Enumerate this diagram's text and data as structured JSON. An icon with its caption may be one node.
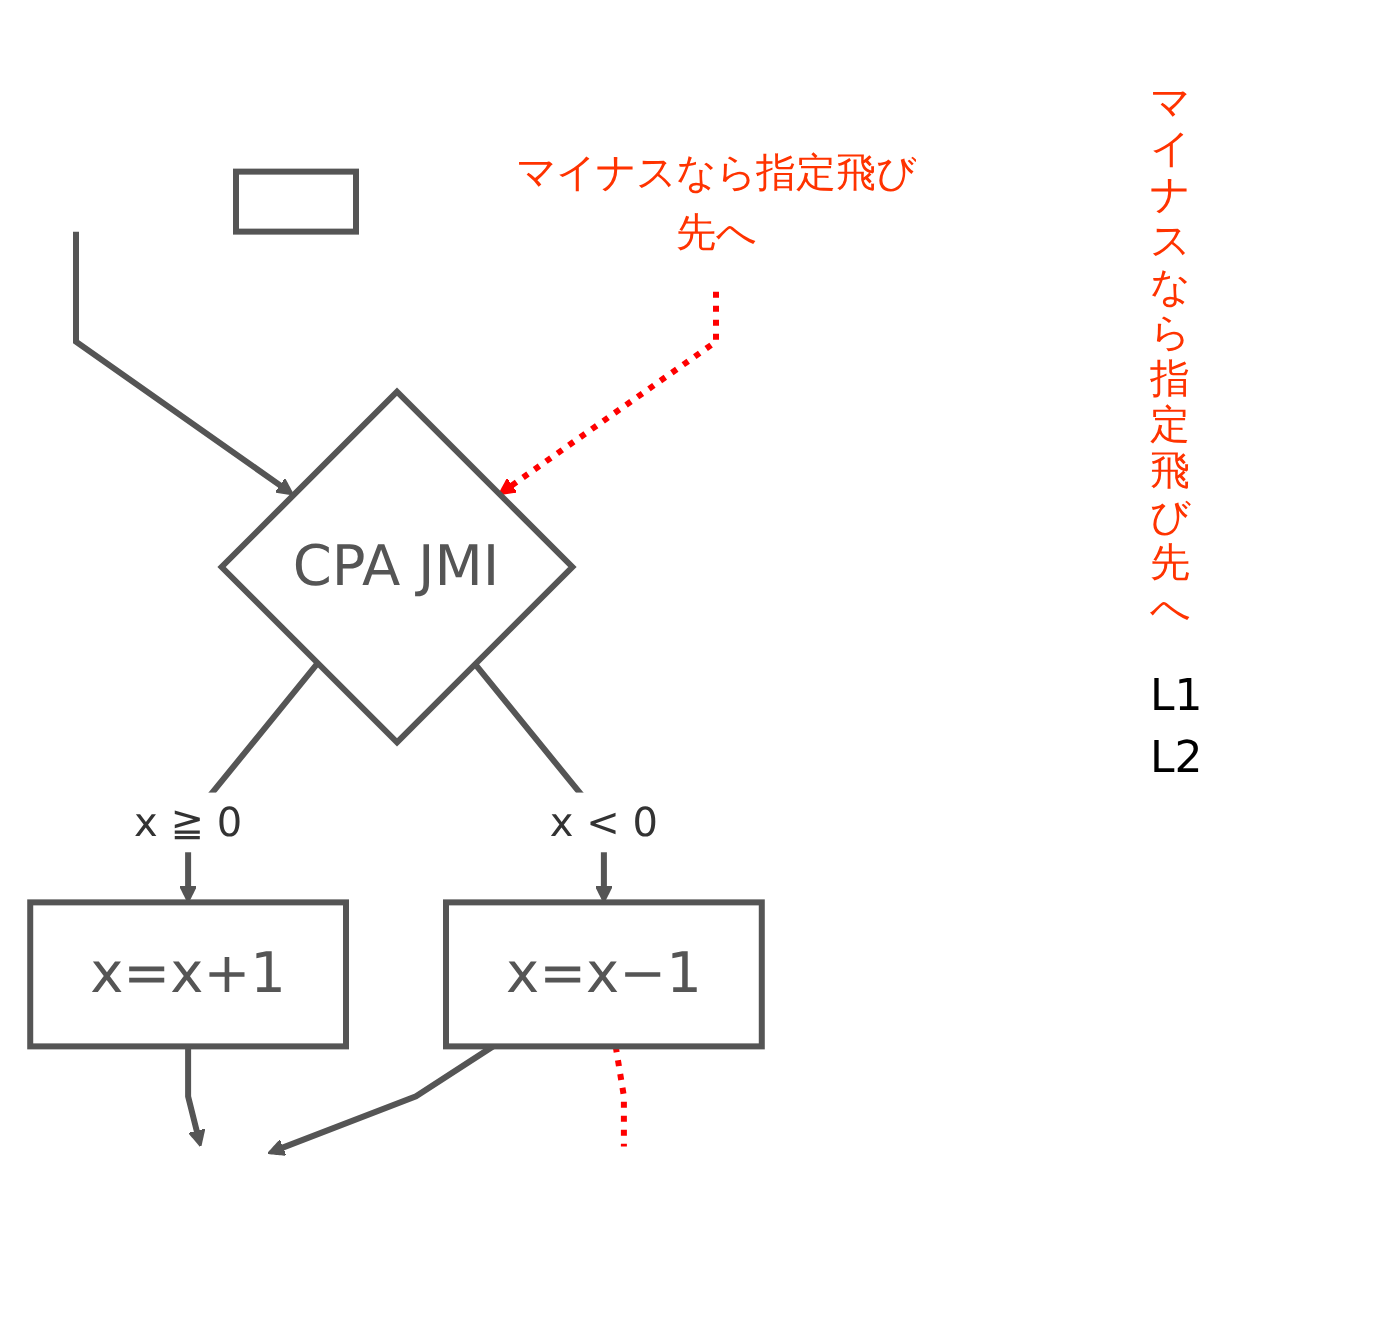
{
  "diagram": {
    "nodes": [
      {
        "text": [
          "CPA JMI"
        ]
      },
      {
        "text": [
          "マイナスなら指定飛び先へ"
        ]
      },
      {
        "text": [
          "x=x+1"
        ]
      },
      {
        "text": [],
        "shape": "box"
      },
      {
        "text": [
          "x=x−1"
        ]
      }
    ],
    "edges": [
      {
        "from": null,
        "to": 0,
        "arrow": "to"
      },
      {
        "from": 1,
        "to": 0,
        "arrow": "to",
        "style": "dashed",
        "color": "#ff0000"
      },
      {
        "from": 0,
        "to": 2,
        "arrow": "to",
        "label": "x ≧ 0"
      },
      {
        "from": 0,
        "to": 4,
        "arrow": "to",
        "label": "x < 0"
      },
      {
        "from": 2,
        "to": null,
        "arrow": "to"
      },
      {
        "from": 4,
        "to": null,
        "arrow": "to"
      },
      {
        "from": 4,
        "to": null,
        "arrow": "none",
        "style": "dashed",
        "color": "#ff0000"
      }
    ],
    "labels": [
      "マイナスなら指定飛び先へ",
      "L1",
      "L2"
    ]
  }
}
